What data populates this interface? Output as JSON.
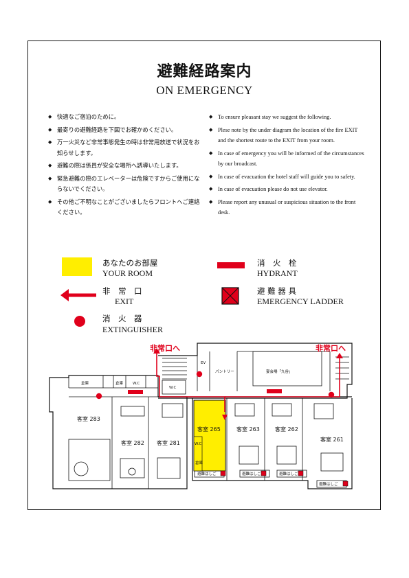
{
  "title": {
    "jp": "避難経路案内",
    "en": "ON EMERGENCY"
  },
  "notes_jp": [
    "快適なご宿泊のために。",
    "最寄りの避難経路を下図でお確かめください。",
    "万一火災など非常事態発生の時は非常用放送で状況をお知らせします。",
    "避難の際は係員が安全な場所へ誘導いたします。",
    "緊急避難の際のエレベーターは危険ですからご使用にならないでください。",
    "その他ご不明なことがございましたらフロントへご連絡ください。"
  ],
  "notes_en": [
    "To ensure pleasant stay we suggest the following.",
    "Plese note by the under diagram the location of the fire EXIT and the shortest route to the EXIT from your room.",
    "In case of emergency you will be informed of the circumstances by our broadcast.",
    "In case of evacuation the hotel staff will guide you to safety.",
    "In case of evacuation please do not use elevator.",
    "Please report any unusual or suspicious situation to the front desk."
  ],
  "legend": {
    "your_room": {
      "jp": "あなたのお部屋",
      "en": "YOUR ROOM",
      "color": "#ffee00"
    },
    "hydrant": {
      "jp": "消　火　栓",
      "en": "HYDRANT",
      "color": "#e0001b"
    },
    "exit": {
      "jp": "非　常　口",
      "en": "EXIT",
      "color": "#e0001b"
    },
    "ladder": {
      "jp": "避 難 器 具",
      "en": "EMERGENCY LADDER",
      "color": "#e0001b"
    },
    "extinguisher": {
      "jp": "消　火　器",
      "en": "EXTINGUISHER",
      "color": "#e0001b"
    }
  },
  "map": {
    "exit_left": "非常口へ",
    "exit_right": "非常口へ",
    "rooms": {
      "r283": "客室 283",
      "r282": "客室 282",
      "r281": "客室 281",
      "r265": "客室 265",
      "r263": "客室 263",
      "r262": "客室 262",
      "r261": "客室 261"
    },
    "labels": {
      "storage1": "倉庫",
      "storage2": "倉庫",
      "wc1": "W.C",
      "wc2": "W.C",
      "wc3": "W.C",
      "ev": "EV",
      "pantry": "パントリー",
      "banquet": "宴会場「九谷」",
      "storage3": "倉庫",
      "ladder1": "避難はしご",
      "ladder2": "避難はしご",
      "ladder3": "避難はしご",
      "ladder4": "避難はしご"
    }
  }
}
